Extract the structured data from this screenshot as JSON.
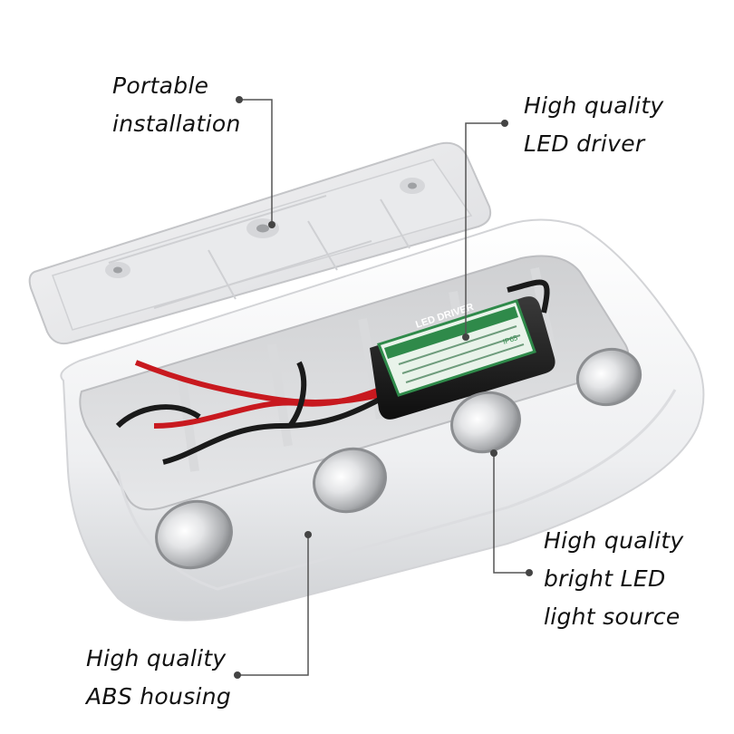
{
  "callouts": {
    "portable": {
      "line1": "Portable",
      "line2": "installation"
    },
    "driver": {
      "line1": "High quality",
      "line2": "LED driver"
    },
    "light": {
      "line1": "High quality",
      "line2": "bright LED",
      "line3": "light source"
    },
    "housing": {
      "line1": "High quality",
      "line2": "ABS housing"
    }
  },
  "driver_label": {
    "title": "LED DRIVER",
    "rating": "IP65"
  },
  "colors": {
    "housing": "#f1f1f2",
    "shadow": "#c9cacc",
    "wire_red": "#c8191f",
    "wire_black": "#1a1a1a",
    "label_green": "#2f8a4a",
    "leader": "#555555"
  }
}
